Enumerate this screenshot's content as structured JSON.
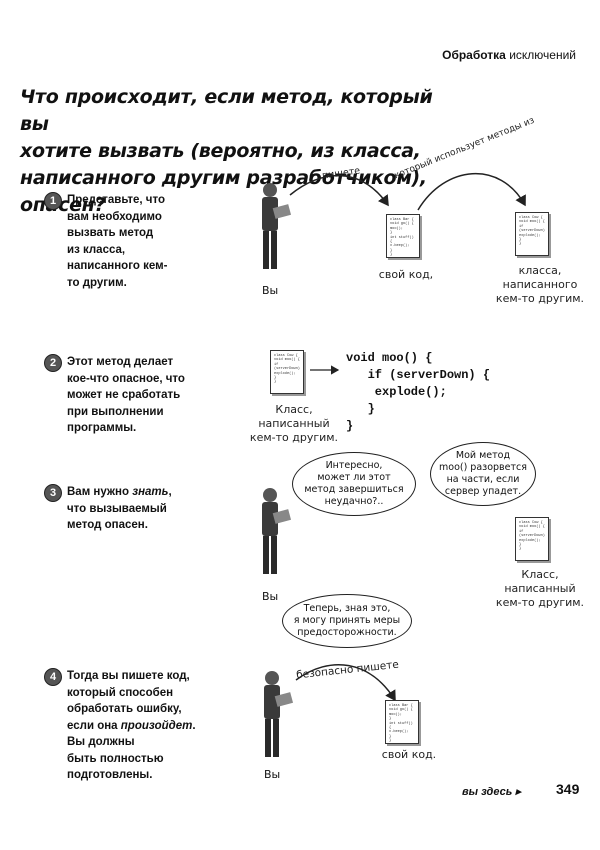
{
  "header": {
    "section_bold": "Обработка",
    "section_thin": "исключений"
  },
  "headline": {
    "line1": "Что происходит, если метод, который вы",
    "line2": "хотите вызвать (вероятно, из класса,",
    "line3": "написанного другим разработчиком), опасен?"
  },
  "steps": [
    {
      "num": "1",
      "lines": [
        "Представьте, что",
        "вам необходимо",
        "вызвать метод",
        "из класса,",
        "написанного кем-",
        "то другим."
      ]
    },
    {
      "num": "2",
      "lines": [
        "Этот метод делает",
        "кое-что опасное, что",
        "может не сработать",
        "при выполнении",
        "программы."
      ]
    },
    {
      "num": "3",
      "pre": "Вам нужно ",
      "em": "знать",
      "post": ",",
      "lines": [
        "что вызываемый",
        "метод опасен."
      ]
    },
    {
      "num": "4",
      "lines": [
        "Тогда вы пишете код,",
        "который способен",
        "обработать ошибку,"
      ],
      "line4_pre": "если она ",
      "line4_em": "произойдет",
      "line4_post": ".",
      "lines_after": [
        "Вы должны",
        "быть полностью",
        "подготовлены."
      ]
    }
  ],
  "panel1": {
    "label_writes": "пишете",
    "label_uses": "который использует методы из",
    "my_code_caption": "свой код,",
    "other_caption": [
      "класса,",
      "написанного",
      "кем-то другим."
    ],
    "you": "Вы"
  },
  "panel2": {
    "caption": [
      "Класс,",
      "написанный",
      "кем-то другим."
    ],
    "code": [
      "void moo() {",
      "   if (serverDown) {",
      "    explode();",
      "   }",
      "}"
    ]
  },
  "panel3": {
    "bubble_you": [
      "Интересно,",
      "может ли этот",
      "метод завершиться",
      "неудачно?.."
    ],
    "bubble_class": [
      "Мой метод",
      "moo() разорвется",
      "на части, если",
      "сервер упадет."
    ],
    "caption": [
      "Класс,",
      "написанный",
      "кем-то другим."
    ],
    "you": "Вы",
    "bubble_now": [
      "Теперь, зная это,",
      "я могу принять меры",
      "предосторожности."
    ]
  },
  "panel4": {
    "label_safe": "безопасно пишете",
    "caption": "свой код.",
    "you": "Вы"
  },
  "doc_text": {
    "a": [
      "class Bar {",
      "  void go() {",
      "   moo();",
      "  }",
      "  int stuff() {",
      "   x.beep();",
      "  }",
      "}"
    ],
    "b": [
      "class Cow {",
      "  void moo() {",
      "   if (serverDown)",
      "    explode();",
      "  }",
      "}"
    ]
  },
  "footer": {
    "you_are_here": "вы здесь",
    "page": "349"
  }
}
